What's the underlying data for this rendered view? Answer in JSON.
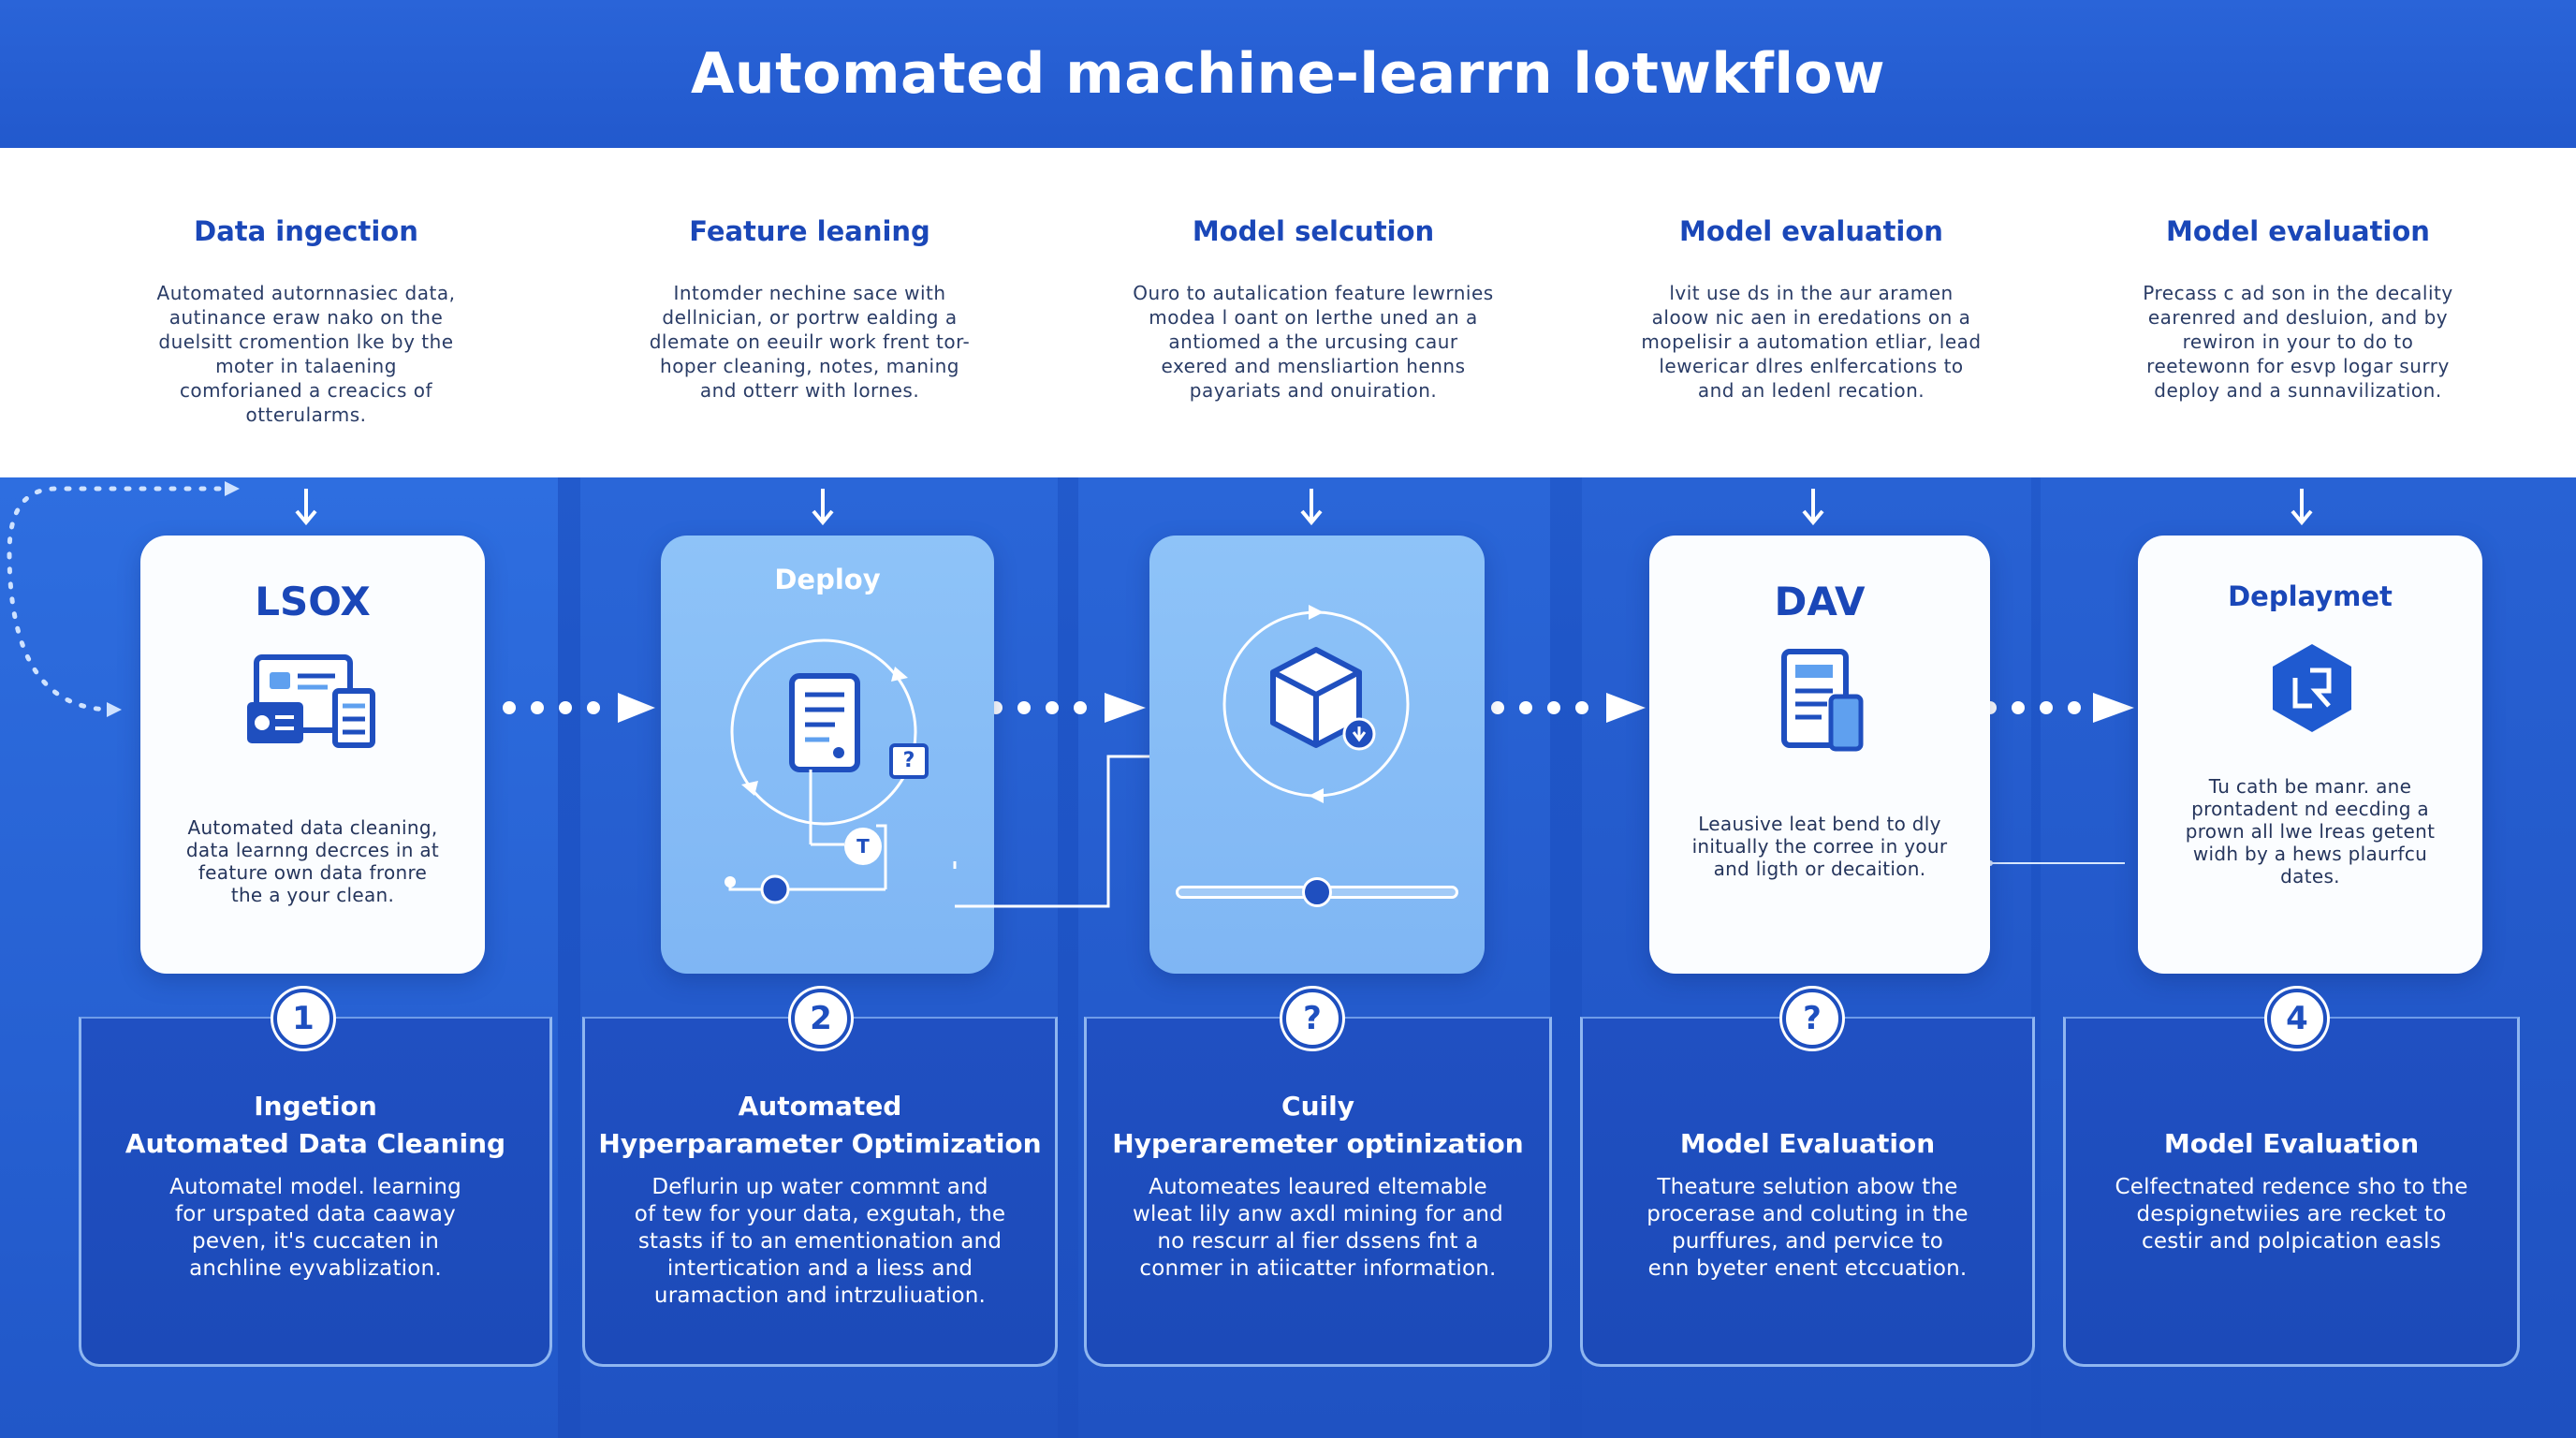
{
  "title": "Automated machine-learrn lotwkflow",
  "colors": {
    "primary_blue": "#2259cd",
    "dark_blue": "#1d4fbf",
    "heading_blue": "#1a47b8",
    "light_card": "#8ec3f8",
    "white": "#ffffff"
  },
  "intro": [
    {
      "heading": "Data ingection",
      "lines": [
        "Automated autornnasiec data,",
        "autinance eraw nako on the",
        "duelsitt cromention lke by the",
        "moter in talaening",
        "comforianed a creacics of",
        "otterularms."
      ]
    },
    {
      "heading": "Feature leaning",
      "lines": [
        "Intomder nechine sace with",
        "dellnician, or portrw ealding a",
        "dlemate on eeuilr work frent tor-",
        "hoper cleaning, notes, maning",
        "and otterr with lornes."
      ]
    },
    {
      "heading": "Model selcution",
      "lines": [
        "Ouro to autalication feature lewrnies",
        "modea l oant on lerthe uned an a",
        "antiomed a the urcusing caur",
        "exered and mensliartion henns",
        "payariats and onuiration."
      ]
    },
    {
      "heading": "Model evaluation",
      "lines": [
        "lvit use ds in the aur aramen",
        "aloow nic aen in eredations on a",
        "mopelisir a automation etliar, lead",
        "lewericar dlres enlfercations to",
        "and an ledenl recation."
      ]
    },
    {
      "heading": "Model evaluation",
      "lines": [
        "Precass c ad son in the decality",
        "earenred and desluion, and by",
        "rewiron in your to do to",
        "reetewonn for esvp logar surry",
        "deploy and a sunnavilization."
      ]
    }
  ],
  "cards": [
    {
      "heading": "LSOX",
      "icon": "dashboard-icon",
      "lines": [
        "Automated data cleaning,",
        "data learnng decrces in at",
        "feature own data fronre",
        "the a your clean."
      ]
    },
    {
      "heading": "Deploy",
      "icon": "document-cycle-icon",
      "lines": [],
      "badges": [
        "?",
        "T"
      ]
    },
    {
      "heading": "",
      "icon": "cube-cycle-icon",
      "lines": [],
      "slider_value": 0.5
    },
    {
      "heading": "DAV",
      "icon": "document-phone-icon",
      "lines": [
        "Leausive leat bend to dly",
        "initually the corree in your",
        "and ligth or decaition."
      ]
    },
    {
      "heading": "Deplaymet",
      "icon": "hexagon-logo-icon",
      "lines": [
        "Tu cath be manr. ane",
        "prontadent nd eecding a",
        "prown all lwe lreas getent",
        "widh by a hews plaurfcu",
        "dates."
      ]
    }
  ],
  "badges": [
    "1",
    "2",
    "?",
    "?",
    "4"
  ],
  "panels": [
    {
      "title": [
        "Ingetion",
        "Automated Data Cleaning"
      ],
      "lines": [
        "Automatel model. learning",
        "for urspated data caaway",
        "peven, it's cuccaten in",
        "anchline eyvablization."
      ]
    },
    {
      "title": [
        "Automated",
        "Hyperparameter Optimization"
      ],
      "lines": [
        "Deflurin up water commnt and",
        "of tew for your data, exgutah, the",
        "stasts if to an ementionation and",
        "intertication and a liess and",
        "uramaction and intrzuliuation."
      ]
    },
    {
      "title": [
        "Cuily",
        "Hyperaremeter optinization"
      ],
      "lines": [
        "Automeates leaured eltemable",
        "wleat lily anw axdl mining for and",
        "no rescurr al fier dssens fnt a",
        "conmer in atiicatter information."
      ]
    },
    {
      "title": [
        "",
        "Model Evaluation"
      ],
      "lines": [
        "Theature selution abow the",
        "procerase and coluting in the",
        "purffures, and pervice to",
        "enn byeter enent etccuation."
      ]
    },
    {
      "title": [
        "",
        "Model Evaluation"
      ],
      "lines": [
        "Celfectnated redence sho to the",
        "despignetwiies are recket to",
        "cestir and polpication easls"
      ]
    }
  ]
}
